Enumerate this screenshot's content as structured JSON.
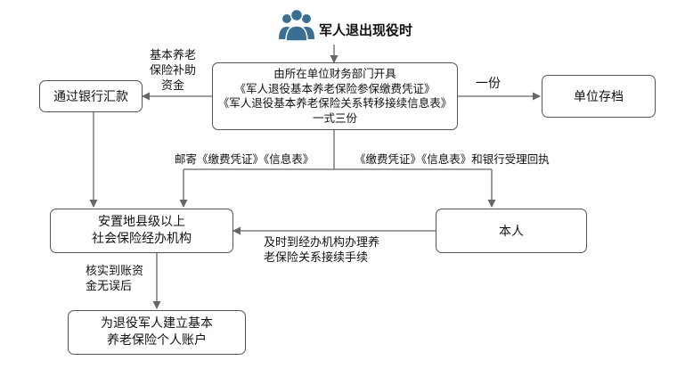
{
  "start": {
    "label": "军人退出现役时"
  },
  "nodes": {
    "issue": {
      "lines": [
        "由所在单位财务部门开具",
        "《军人退役基本养老保险参保缴费凭证》",
        "《军人退役基本养老保险关系转移接续信息表》",
        "一式三份"
      ]
    },
    "bank": {
      "label": "通过银行汇款"
    },
    "archive": {
      "label": "单位存档"
    },
    "agency": {
      "lines": [
        "安置地县级以上",
        "社会保险经办机构"
      ]
    },
    "self": {
      "label": "本人"
    },
    "account": {
      "lines": [
        "为退役军人建立基本",
        "养老保险个人账户"
      ]
    }
  },
  "edge_labels": {
    "subsidy": [
      "基本养老",
      "保险补助",
      "资金"
    ],
    "one_copy": "一份",
    "mail": "邮寄《缴费凭证》《信息表》",
    "to_self": "《缴费凭证》《信息表》和银行受理回执",
    "handle": [
      "及时到经办机构办理养",
      "老保险关系接续手续"
    ],
    "verify": [
      "核实到账资",
      "金无误后"
    ]
  },
  "colors": {
    "line": "#666666",
    "border": "#555555",
    "icon": "#3a6f93"
  },
  "icons": {
    "start": "people-group-icon"
  }
}
